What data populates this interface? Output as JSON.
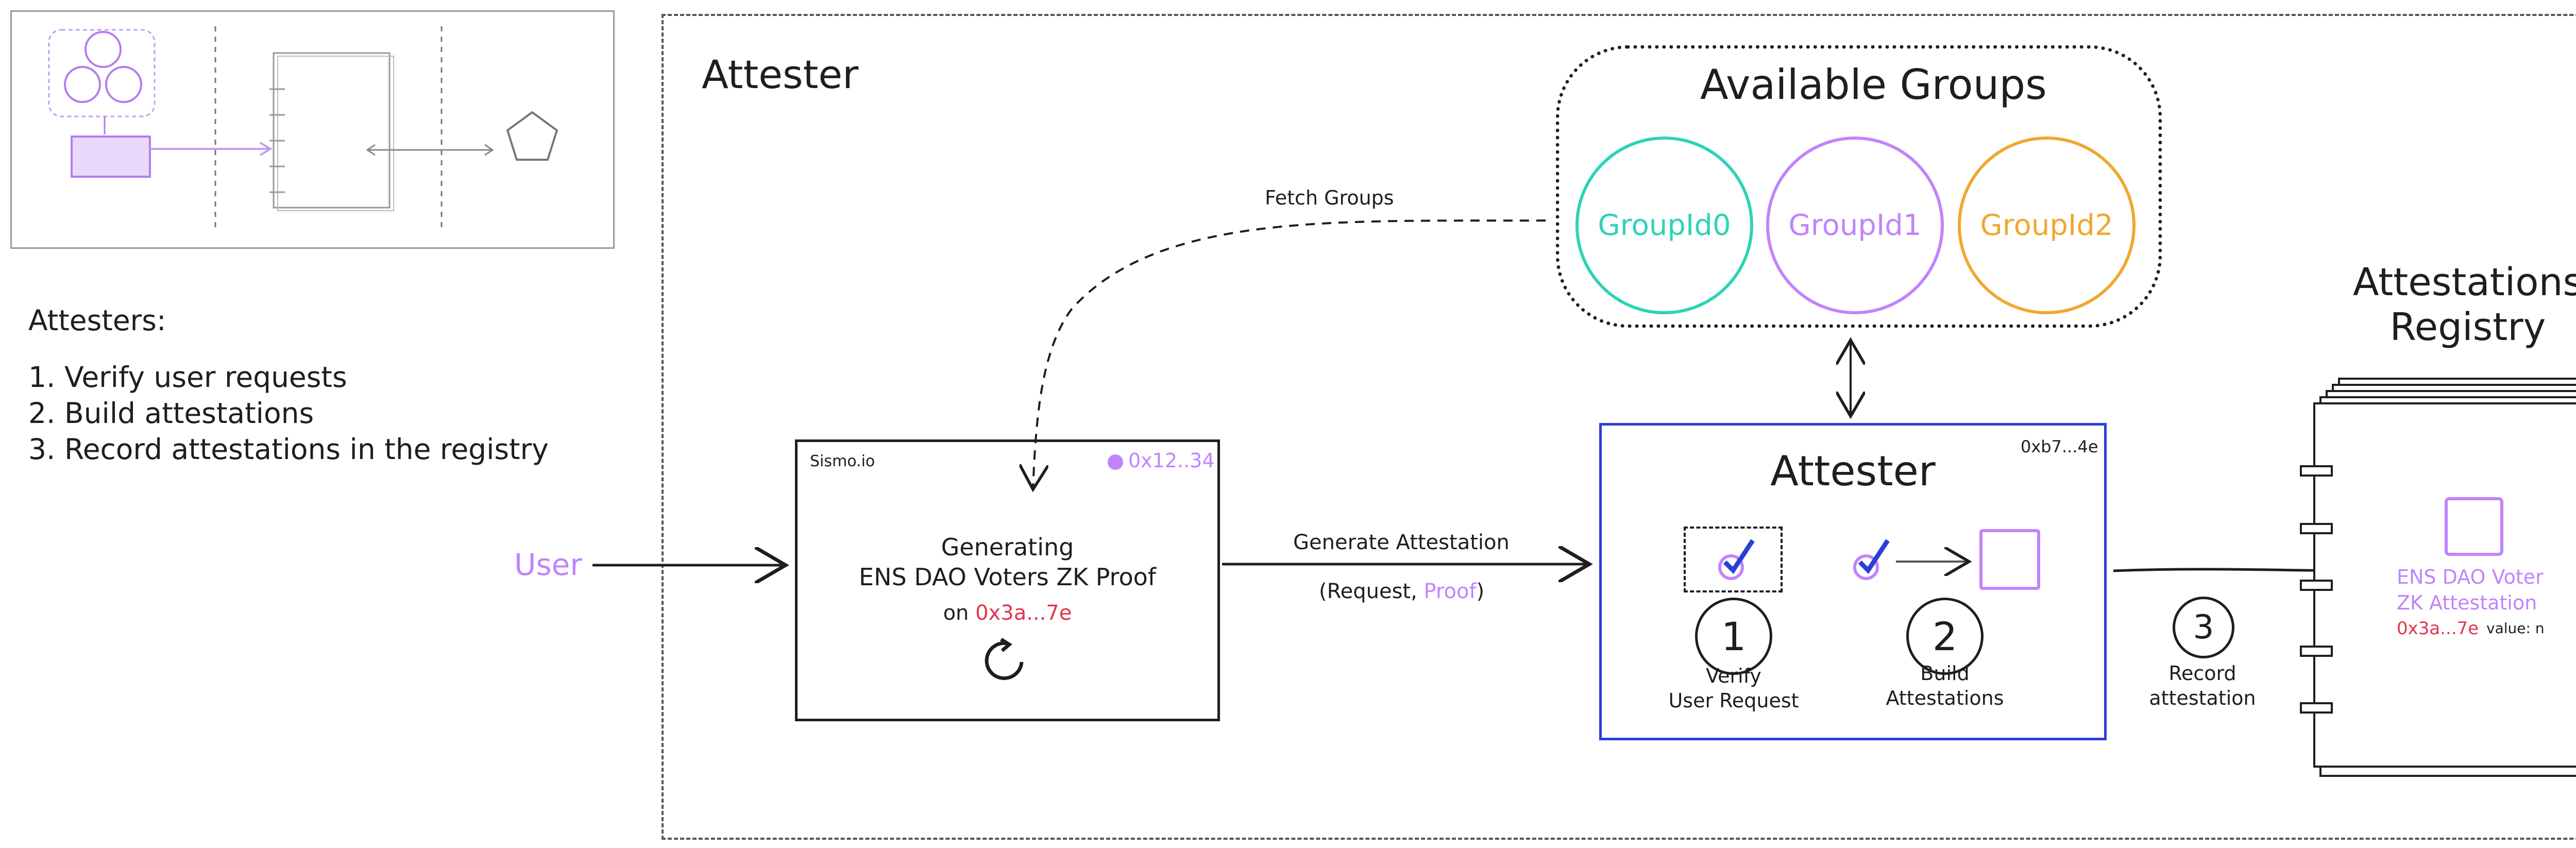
{
  "sidebar": {
    "heading": "Attesters:",
    "items": [
      "1. Verify user requests",
      "2. Build attestations",
      "3. Record attestations in the registry"
    ]
  },
  "frame": {
    "title": "Attester"
  },
  "groups": {
    "title": "Available Groups",
    "items": [
      {
        "label": "GroupId0",
        "color": "#2ed3b7"
      },
      {
        "label": "GroupId1",
        "color": "#c084fc"
      },
      {
        "label": "GroupId2",
        "color": "#f0a830"
      }
    ]
  },
  "edges": {
    "fetch_groups": "Fetch Groups",
    "generate_attestation": "Generate Attestation",
    "request_prefix": "(Request, ",
    "request_proof": "Proof",
    "request_suffix": ")"
  },
  "user": {
    "label": "User"
  },
  "sismo": {
    "site": "Sismo.io",
    "address": "0x12..34",
    "line1": "Generating",
    "line2": "ENS DAO Voters ZK Proof",
    "on_label": "on",
    "on_address": "0x3a...7e"
  },
  "attester_card": {
    "title": "Attester",
    "address": "0xb7...4e",
    "step1": {
      "num": "1",
      "line1": "Verify",
      "line2": "User Request"
    },
    "step2": {
      "num": "2",
      "line1": "Build",
      "line2": "Attestations"
    }
  },
  "step3": {
    "num": "3",
    "line1": "Record",
    "line2": "attestation"
  },
  "registry": {
    "title_line1": "Attestations",
    "title_line2": "Registry",
    "entry_line1": "ENS DAO Voter",
    "entry_line2": "ZK Attestation",
    "entry_address": "0x3a...7e",
    "entry_value": "value: n"
  },
  "colors": {
    "purple": "#b57cf0",
    "red": "#e0364c",
    "blue": "#2b3fd6",
    "ink": "#1e1e1e"
  }
}
